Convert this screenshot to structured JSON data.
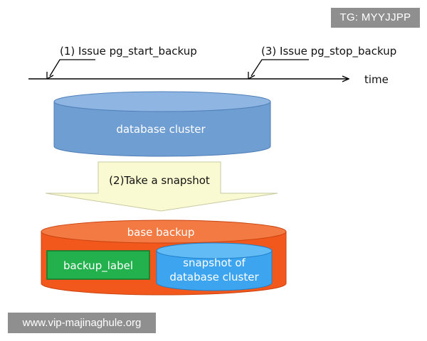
{
  "watermarks": {
    "top_right": "TG: MYYJJPP",
    "bottom_left": "www.vip-majinaghule.org"
  },
  "timeline": {
    "axis_label": "time",
    "event_start": "(1) Issue pg_start_backup",
    "event_stop": "(3) Issue pg_stop_backup"
  },
  "source": {
    "label": "database cluster"
  },
  "step": {
    "label": "(2)Take a snapshot"
  },
  "backup": {
    "title": "base backup",
    "label_file": "backup_label",
    "snapshot_line1": "snapshot of",
    "snapshot_line2": "database cluster"
  },
  "colors": {
    "db_cylinder": "#6f9ed3",
    "arrow_fill": "#fafad2",
    "backup_cylinder": "#f2581c",
    "backup_label_box": "#22b14c",
    "snapshot_cylinder": "#3da5f0"
  }
}
